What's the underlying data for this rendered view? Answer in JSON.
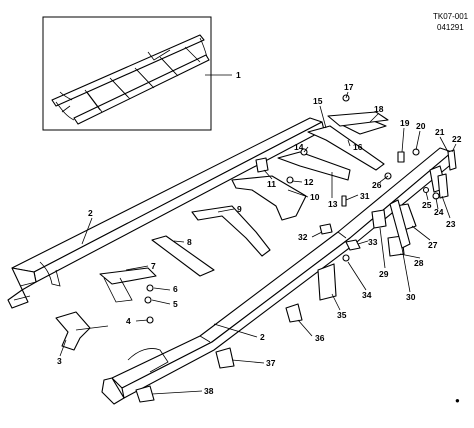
{
  "diagram": {
    "codes": {
      "code_1": "TK07-001",
      "code_2": "041291",
      "code_3": "●"
    },
    "callouts": [
      "1",
      "2",
      "2",
      "3",
      "4",
      "5",
      "6",
      "7",
      "8",
      "9",
      "10",
      "11",
      "12",
      "13",
      "14",
      "15",
      "16",
      "17",
      "18",
      "19",
      "20",
      "21",
      "22",
      "23",
      "24",
      "25",
      "26",
      "27",
      "28",
      "29",
      "30",
      "31",
      "32",
      "33",
      "34",
      "35",
      "36",
      "37",
      "38"
    ]
  }
}
